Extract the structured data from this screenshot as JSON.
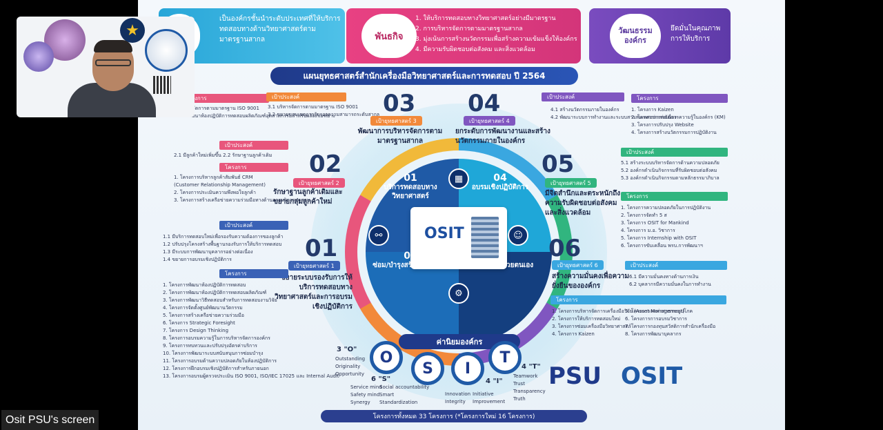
{
  "app": {
    "share_label": "Osit PSU's screen"
  },
  "banner": {
    "vision_badge": "ณ์",
    "vision_text": "เป็นองค์กรชั้นนำระดับประเทศที่ให้บริการทดสอบทางด้านวิทยาศาสตร์ตามมาตรฐานสากล",
    "mission_badge": "พันธกิจ",
    "mission_items": [
      "1. ให้บริการทดสอบทางวิทยาศาสตร์อย่างมีมาตรฐาน",
      "2. การบริหารจัดการตามมาตรฐานสากล",
      "3. มุ่งเน้นการสร้างนวัตกรรมเพื่อสร้างความเข้มแข็งให้องค์กร",
      "4. มีความรับผิดชอบต่อสังคม และสิ่งแวดล้อม"
    ],
    "culture_badge": "วัฒนธรรมองค์กร",
    "culture_text": "ยึดมั่นในคุณภาพการให้บริการ"
  },
  "plan_title": "แผนยุทธศาสตร์สำนักเครื่องมือวิทยาศาสตร์และการทดสอบ ปี 2564",
  "goals": {
    "g1": {
      "num": "01",
      "tag": "เป้ายุทธศาสตร์ 1",
      "title": "ขยายระบบรองรับการให้บริการทดสอบทางวิทยาศาสตร์และการอบรมเชิงปฏิบัติการ"
    },
    "g2": {
      "num": "02",
      "tag": "เป้ายุทธศาสตร์ 2",
      "title": "รักษาฐานลูกค้าเดิมและขยายกลุ่มลูกค้าใหม่"
    },
    "g3": {
      "num": "03",
      "tag": "เป้ายุทธศาสตร์ 3",
      "title": "พัฒนาการบริหารจัดการตามมาตรฐานสากล"
    },
    "g4": {
      "num": "04",
      "tag": "เป้ายุทธศาสตร์ 4",
      "title": "ยกระดับการพัฒนางานและสร้างนวัตกรรมภายในองค์กร"
    },
    "g5": {
      "num": "05",
      "tag": "เป้ายุทธศาสตร์ 5",
      "title": "มีจิตสำนึกและตระหนักถึงความรับผิดชอบต่อสังคมและสิ่งแวดล้อม"
    },
    "g6": {
      "num": "06",
      "tag": "เป้ายุทธศาสตร์ 6",
      "title": "สร้างความมั่นคงเพื่อความยั่งยืนขององค์กร"
    }
  },
  "wheel": {
    "q1_num": "01",
    "q1_text": "บริการทดสอบทางวิทยาศาสตร์",
    "q2_num": "04",
    "q2_text": "อบรมเชิงปฏิบัติการ",
    "q3_num": "02",
    "q3_text": "ซ่อม/บำรุงสร้างนวัตกรรม",
    "q4_num": "03",
    "q4_text": "ใช้เครื่องมือด้วยตนเอง",
    "core_logo": "OSIT",
    "values_band": "ค่านิยมองค์กร"
  },
  "panels": {
    "left_top_head": "โครงการ",
    "left_top_items": [
      "...ระบบบริหารจัดการตามมาตรฐาน ISO 9001",
      "2. โครงการพัฒนาห้องปฏิบัติการทดสอบผลิตภัณฑ์อุตสาหกรรมสำหรับผลิตภัณฑ์ยาง"
    ],
    "g3_head": "เป้าประสงค์",
    "g3_items": [
      "3.1 บริหารจัดการตามมาตรฐาน ISO 9001",
      "3.2 ขยายขอบเขตการรับรองความสามารถระดับสากล"
    ],
    "g4_head": "เป้าประสงค์",
    "g4_items": [
      "4.1 สร้างนวัตกรรมภายในองค์กร",
      "4.2 พัฒนาระบบการทำงานและระบบสารสนเทศอย่างต่อเนื่อง"
    ],
    "right_top_head": "โครงการ",
    "right_top_items": [
      "1. โครงการ Kaizen",
      "2. โครงการการจัดการความรู้ในองค์กร (KM)",
      "3. โครงการปรับปรุง Website",
      "4. โครงการสร้างนวัตกรรมการปฏิบัติงาน"
    ],
    "g2_head": "เป้าประสงค์",
    "g2_items": [
      "2.1 มีลูกค้าใหม่เพิ่มขึ้น  2.2 รักษาฐานลูกค้าเดิม"
    ],
    "g2_proj_head": "โครงการ",
    "g2_proj_items": [
      "1. โครงการบริหารลูกค้าสัมพันธ์ CRM",
      "(Customer Relationship Management)",
      "2. โครงการประเมินความพึงพอใจลูกค้า",
      "3. โครงการสร้างเครือข่ายความร่วมมือทางด้านการบริการทดสอบ"
    ],
    "g5_head": "เป้าประสงค์",
    "g5_items": [
      "5.1 สร้างระบบบริหารจัดการด้านความปลอดภัย",
      "5.2 องค์กรดำเนินกิจกรรมที่รับผิดชอบต่อสังคม",
      "5.3 องค์กรดำเนินกิจกรรมตามหลักธรรมาภิบาล"
    ],
    "g5_proj_head": "โครงการ",
    "g5_proj_items": [
      "1. โครงการความปลอดภัยในการปฏิบัติงาน",
      "2. โครงการจัดทำ 5 ส",
      "3. โครงการ OSIT for Mankind",
      "4. โครงการ ม.อ. วิชาการ",
      "5. โครงการ Internship with OSIT",
      "6. โครงการขับเคลื่อน พรบ.การพัฒนาฯ"
    ],
    "g1_head": "เป้าประสงค์",
    "g1_items": [
      "1.1 มีบริการทดสอบใหม่เพื่อรองรับความต้องการของลูกค้า",
      "1.2 ปรับปรุงโครงสร้างพื้นฐานรองรับการให้บริการทดสอบ",
      "1.3 มีระบบการพัฒนาบุคลากรอย่างต่อเนื่อง",
      "1.4 ขยายการอบรมเชิงปฏิบัติการ"
    ],
    "g1_proj_head": "โครงการ",
    "g1_proj_items": [
      "1. โครงการพัฒนาห้องปฏิบัติการทดสอบ",
      "2. โครงการพัฒนาห้องปฏิบัติการทดสอบผลิตภัณฑ์",
      "3. โครงการพัฒนาวิธีทดสอบสำหรับการทดสอบงานวิจัย",
      "4. โครงการจัดตั้งศูนย์พัฒนานวัตกรรม",
      "5. โครงการสร้างเครือข่ายความร่วมมือ",
      "6. โครงการ Strategic Foresight",
      "7. โครงการ Design Thinking",
      "8. โครงการอบรมความรู้ในการบริหารจัดการองค์กร",
      "9. โครงการทบทวนและปรับปรุงอัตรค่าบริการ",
      "10. โครงการพัฒนาระบบสนับสนุนการซ่อมบำรุง",
      "11. โครงการอบรมด้านความปลอดภัยในห้องปฏิบัติการ",
      "12. โครงการฝึกอบรมเชิงปฏิบัติการสำหรับภายนอก",
      "13. โครงการอบรมผู้ตรวจประเมิน ISO 9001, ISO/IEC 17025 และ Internal Audit"
    ],
    "g6_head": "เป้าประสงค์",
    "g6_items": [
      "6.1 มีความมั่นคงทางด้านการเงิน",
      "6.2 บุคลากรมีความมั่นคงในการทำงาน"
    ],
    "g6_proj_head": "โครงการ",
    "g6_proj_items": [
      "1. โครงการบริหารจัดการเครื่องมือวิจัย (Asset Management)",
      "2. โครงการให้บริการทดสอบใหม่",
      "3. โครงการซ่อมเครื่องมือวิทยาศาสตร์",
      "4. โครงการ Kaizen",
      "5. โครงการลดค่าสาธารณูปโภค",
      "6. โครงการการอบรมวิชาการ",
      "7. โครงการกองทุนสวัสดิการสำนักเครื่องมือ",
      "8. โครงการพัฒนาบุคลากร"
    ]
  },
  "values": {
    "o": "O",
    "s": "S",
    "i": "I",
    "t": "T",
    "o_label": "3 \"O\"",
    "o_items": [
      "Outstanding",
      "Originality",
      "Opportunity"
    ],
    "s_label": "6 \"S\"",
    "s_items": [
      "Service mind",
      "Social accountability",
      "Safety mind",
      "Smart",
      "Synergy",
      "Standardization"
    ],
    "i_label": "4 \"I\"",
    "i_items": [
      "Innovation",
      "Initiative",
      "Integrity",
      "Improvement"
    ],
    "t_label": "4 \"T\"",
    "t_items": [
      "Teamwork",
      "Trust",
      "Transparency",
      "Truth"
    ]
  },
  "footer_band": "โครงการทั้งหมด 33 โครงการ (*โครงการใหม่ 16 โครงการ)",
  "brand": {
    "psu": "PSU",
    "osit": "OSIT"
  }
}
